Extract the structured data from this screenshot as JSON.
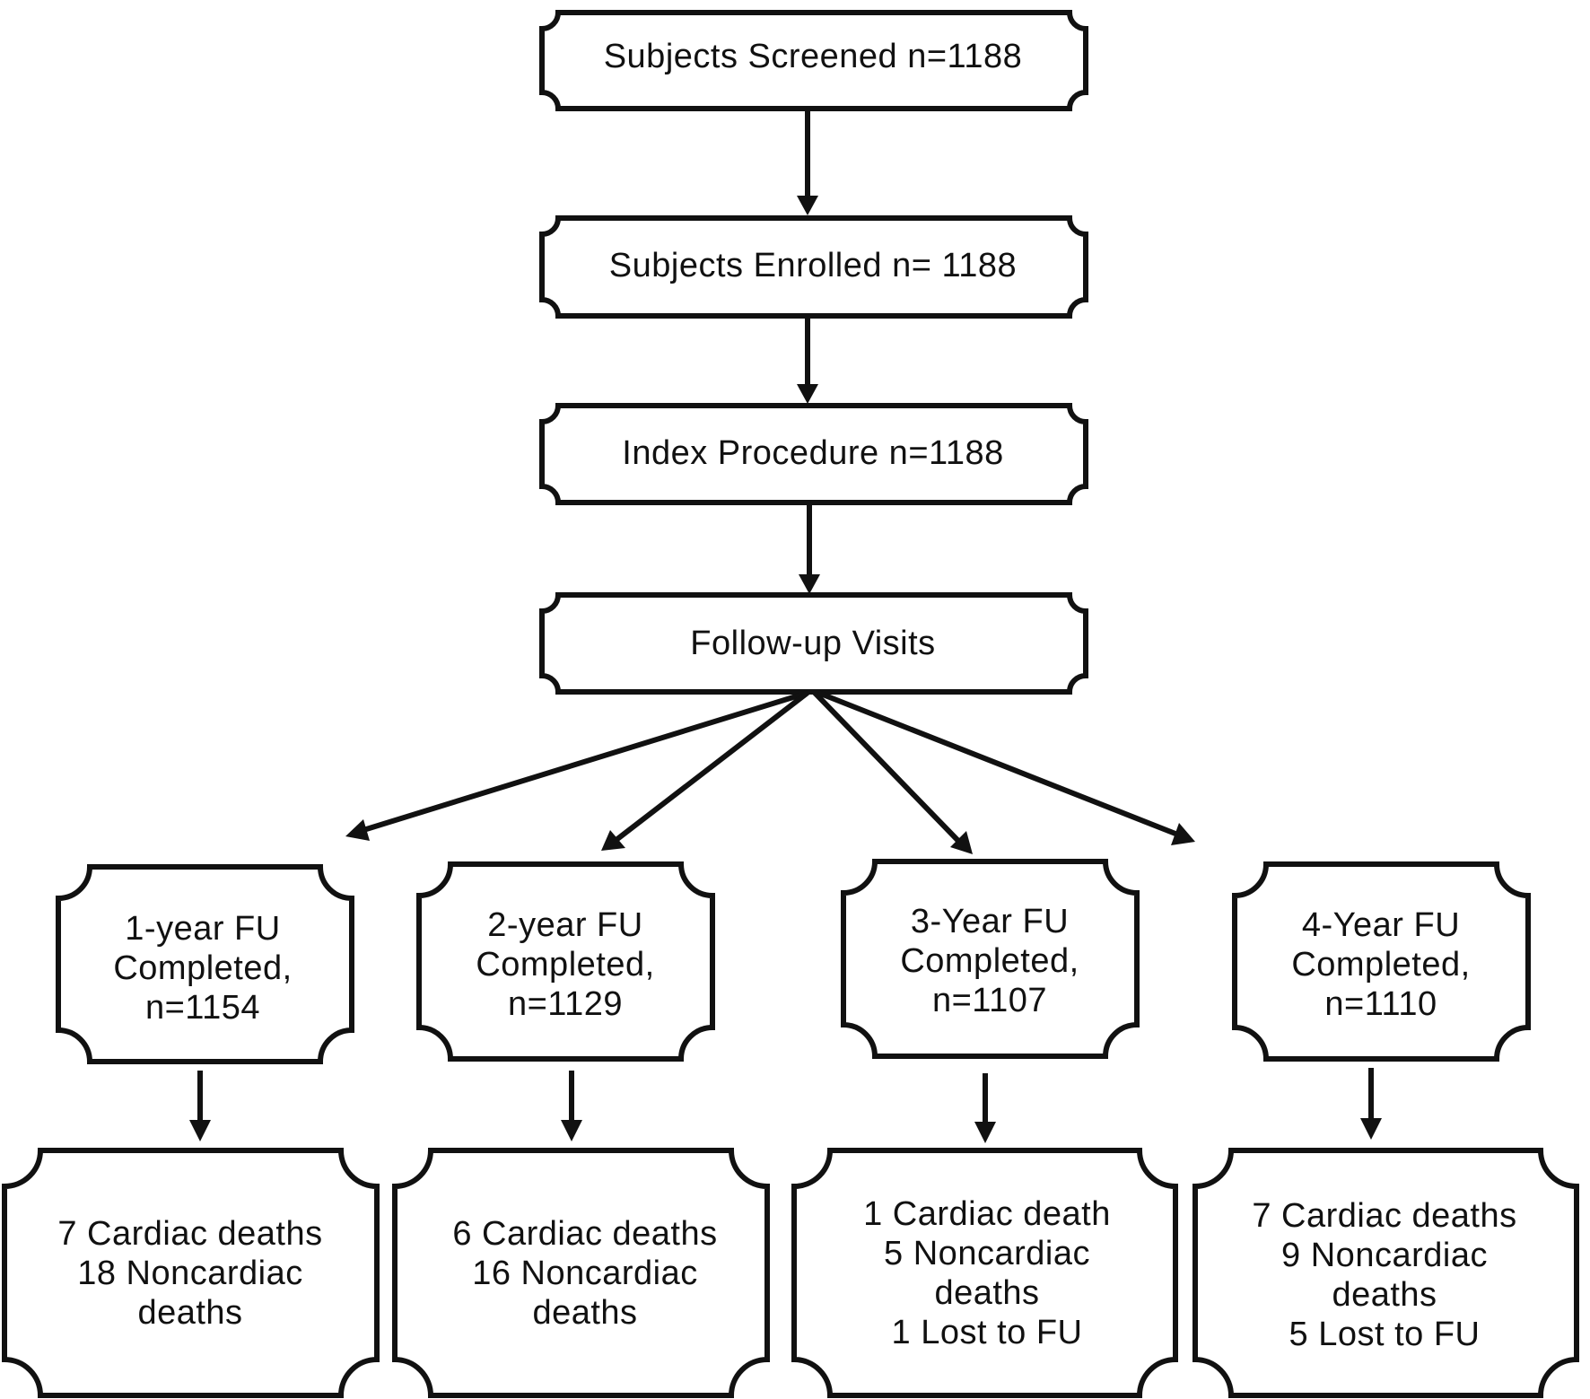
{
  "flow": {
    "screened": "Subjects Screened n=1188",
    "enrolled": "Subjects Enrolled n= 1188",
    "index_procedure": "Index Procedure n=1188",
    "follow_up": "Follow-up Visits"
  },
  "followups": [
    {
      "completed": [
        "1-year FU",
        "Completed,",
        "n=1154"
      ],
      "outcomes": [
        "7 Cardiac deaths",
        "18 Noncardiac",
        "deaths"
      ]
    },
    {
      "completed": [
        "2-year FU",
        "Completed,",
        "n=1129"
      ],
      "outcomes": [
        "6 Cardiac deaths",
        "16 Noncardiac",
        "deaths"
      ]
    },
    {
      "completed": [
        "3-Year FU",
        "Completed,",
        "n=1107"
      ],
      "outcomes": [
        "1 Cardiac death",
        "5 Noncardiac",
        "deaths",
        "1 Lost to FU"
      ]
    },
    {
      "completed": [
        "4-Year FU",
        "Completed,",
        "n=1110"
      ],
      "outcomes": [
        "7 Cardiac deaths",
        "9 Noncardiac",
        "deaths",
        "5 Lost to FU"
      ]
    }
  ]
}
